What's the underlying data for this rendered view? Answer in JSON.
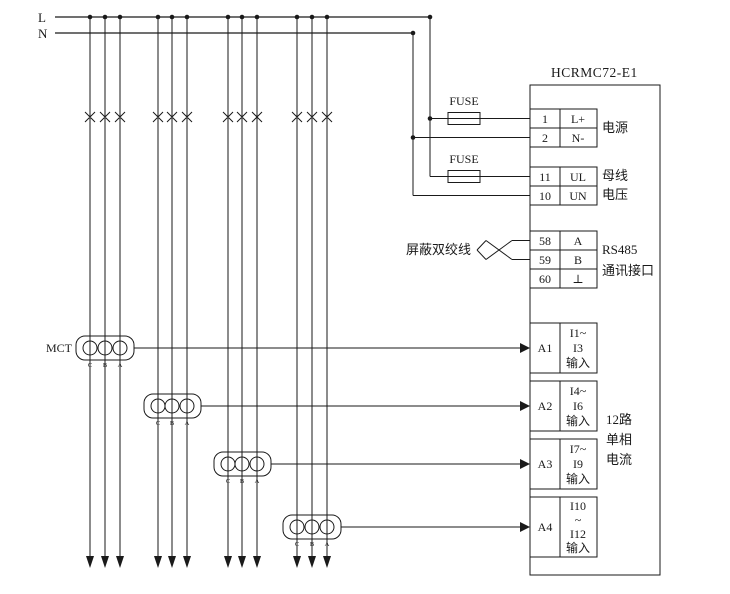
{
  "device": {
    "title": "HCRMC72-E1"
  },
  "bus": {
    "l_label": "L",
    "n_label": "N"
  },
  "fuses": {
    "labels": [
      "FUSE",
      "FUSE"
    ]
  },
  "twisted_pair": {
    "label": "屏蔽双绞线"
  },
  "mct": {
    "label": "MCT",
    "phases": [
      "C",
      "B",
      "A"
    ]
  },
  "groups": {
    "power": {
      "label": "电源",
      "rows": [
        {
          "num": "1",
          "label": "L+"
        },
        {
          "num": "2",
          "label": "N-"
        }
      ]
    },
    "voltage": {
      "lines": [
        "母线",
        "电压"
      ],
      "rows": [
        {
          "num": "11",
          "label": "UL"
        },
        {
          "num": "10",
          "label": "UN"
        }
      ]
    },
    "rs485": {
      "lines": [
        "RS485",
        "通讯接口"
      ],
      "rows": [
        {
          "num": "58",
          "label": "A"
        },
        {
          "num": "59",
          "label": "B"
        },
        {
          "num": "60",
          "label": "⊥"
        }
      ]
    },
    "current": {
      "lines": [
        "12路",
        "单相",
        "电流"
      ],
      "rows": [
        {
          "num": "A1",
          "lines": [
            "I1~",
            "I3",
            "输入"
          ]
        },
        {
          "num": "A2",
          "lines": [
            "I4~",
            "I6",
            "输入"
          ]
        },
        {
          "num": "A3",
          "lines": [
            "I7~",
            "I9",
            "输入"
          ]
        },
        {
          "num": "A4",
          "lines": [
            "I10",
            "~",
            "I12",
            "输入"
          ]
        }
      ]
    }
  },
  "colors": {
    "line": "#1a1a1a",
    "background": "#ffffff"
  }
}
